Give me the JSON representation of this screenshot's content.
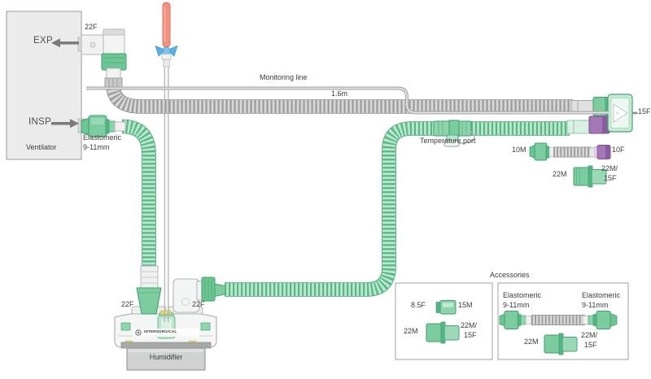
{
  "ventilator": {
    "exp": "EXP",
    "insp": "INSP",
    "label": "Ventilator"
  },
  "circuit": {
    "exp_elbow_size": "22F",
    "insp_connector_line1": "Elastomeric",
    "insp_connector_line2": "9-11mm",
    "monitoring_line_label": "Monitoring line",
    "monitoring_line_length": "1.6m",
    "temperature_port_label": "Temperature port",
    "patient_end_size": "15F"
  },
  "adapters": {
    "row1_left": "10M",
    "row1_right": "10F",
    "row2_left": "22M",
    "row2_right_line1": "22M/",
    "row2_right_line2": "15F"
  },
  "humidifier": {
    "label": "Humidifier",
    "inlet_size": "22F",
    "outlet_size": "22F",
    "brand": "INTERSURGICAL"
  },
  "accessories": {
    "title": "Accessories",
    "box1": {
      "r1_left": "8.5F",
      "r1_right": "15M",
      "r2_left": "22M",
      "r2_right_line1": "22M/",
      "r2_right_line2": "15F"
    },
    "box2": {
      "left_line1": "Elastomeric",
      "left_line2": "9-11mm",
      "right_line1": "Elastomeric",
      "right_line2": "9-11mm",
      "r2_left": "22M",
      "r2_right_line1": "22M/",
      "r2_right_line2": "15F"
    }
  },
  "colors": {
    "circuit_green": "#57b886",
    "connector_green": "#7ccca0",
    "tube_gray": "#9b9b9b",
    "connector_purple": "#a377b8",
    "probe_red": "#f2917f",
    "luer_blue": "#58b0e3",
    "label_text": "#3d3d3d"
  }
}
